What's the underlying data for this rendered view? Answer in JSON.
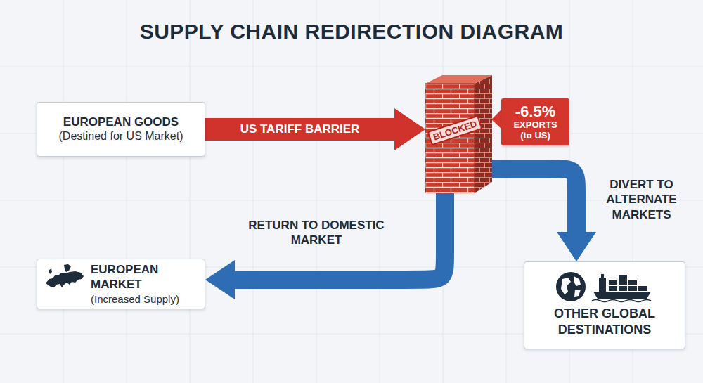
{
  "diagram": {
    "title": "SUPPLY CHAIN REDIRECTION DIAGRAM",
    "nodes": [
      {
        "text": [
          "EUROPEAN GOODS",
          "(Destined for US Market)"
        ]
      },
      {
        "text": [
          "BLOCKED"
        ]
      },
      {
        "text": [
          "-6.5%",
          "EXPORTS (to US)"
        ]
      },
      {
        "text": [
          "EUROPEAN MARKET",
          "(Increased Supply)"
        ]
      },
      {
        "text": [
          "OTHER GLOBAL DESTINATIONS"
        ]
      }
    ],
    "edges": [
      {
        "from": 0,
        "to": 1,
        "label": "US TARIFF BARRIER",
        "arrow": "to"
      },
      {
        "from": 1,
        "to": 3,
        "label": "RETURN TO DOMESTIC MARKET",
        "arrow": "to"
      },
      {
        "from": 1,
        "to": 4,
        "label": "DIVERT TO ALTERNATE MARKETS",
        "arrow": "to"
      }
    ]
  }
}
